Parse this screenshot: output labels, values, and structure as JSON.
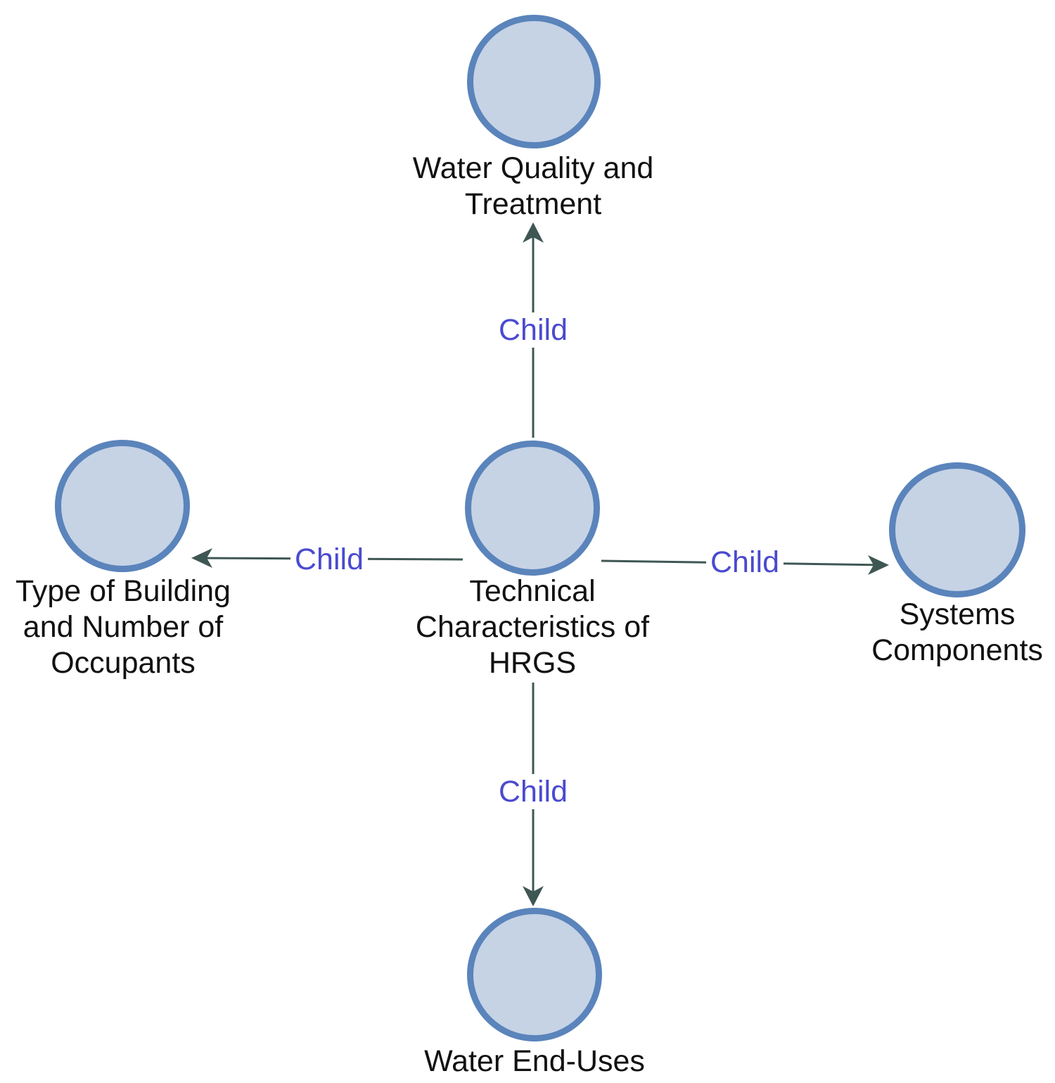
{
  "colors": {
    "node_fill": "#c6d3e5",
    "node_border": "#5a84bb",
    "edge_line": "#3f5753",
    "edge_label": "#4a4ad0",
    "text": "#111111"
  },
  "nodes": {
    "center": {
      "label": "Technical\nCharacteristics of\nHRGS"
    },
    "top": {
      "label": "Water Quality and\nTreatment"
    },
    "left": {
      "label": "Type of Building\nand Number of\nOccupants"
    },
    "right": {
      "label": "Systems\nComponents"
    },
    "bottom": {
      "label": "Water End-Uses"
    }
  },
  "edges": [
    {
      "from": "center",
      "to": "top",
      "label": "Child"
    },
    {
      "from": "center",
      "to": "bottom",
      "label": "Child"
    },
    {
      "from": "center",
      "to": "left",
      "label": "Child"
    },
    {
      "from": "center",
      "to": "right",
      "label": "Child"
    }
  ]
}
